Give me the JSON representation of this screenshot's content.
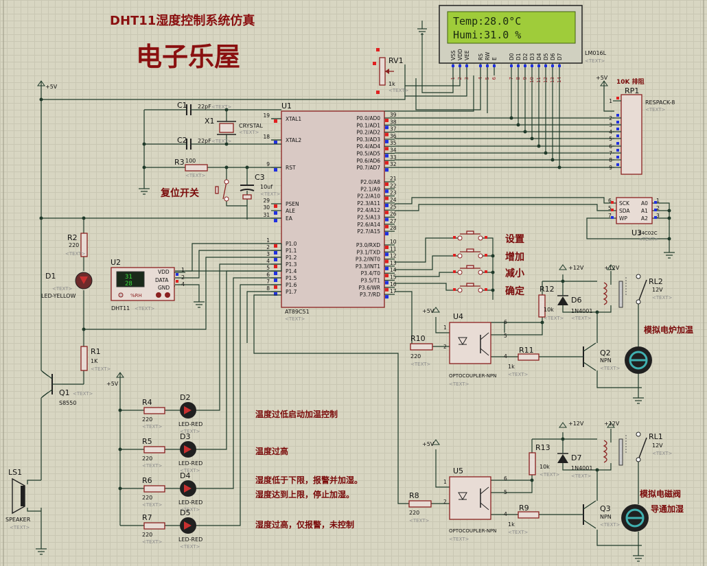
{
  "title": "DHT11湿度控制系统仿真",
  "brand": "电子乐屋",
  "lcd": {
    "line1": "Temp:28.0°C",
    "line2": "Humi:31.0 %",
    "part": "LM016L",
    "pin_names": [
      "VSS",
      "VDD",
      "VEE",
      "RS",
      "RW",
      "E",
      "D0",
      "D1",
      "D2",
      "D3",
      "D4",
      "D5",
      "D6",
      "D7"
    ],
    "pin_nums": [
      "1",
      "2",
      "3",
      "4",
      "5",
      "6",
      "7",
      "8",
      "9",
      "10",
      "11",
      "12",
      "13",
      "14"
    ]
  },
  "mcu": {
    "ref": "U1",
    "part": "AT89C51",
    "left_pins": [
      {
        "name": "XTAL1",
        "num": "19"
      },
      {
        "name": "XTAL2",
        "num": "18"
      },
      {
        "name": "RST",
        "num": "9"
      },
      {
        "name": "PSEN",
        "num": "29"
      },
      {
        "name": "ALE",
        "num": "30"
      },
      {
        "name": "EA",
        "num": "31"
      },
      {
        "name": "P1.0",
        "num": "1"
      },
      {
        "name": "P1.1",
        "num": "2"
      },
      {
        "name": "P1.2",
        "num": "3"
      },
      {
        "name": "P1.3",
        "num": "4"
      },
      {
        "name": "P1.4",
        "num": "5"
      },
      {
        "name": "P1.5",
        "num": "6"
      },
      {
        "name": "P1.6",
        "num": "7"
      },
      {
        "name": "P1.7",
        "num": "8"
      }
    ],
    "p0": [
      {
        "name": "P0.0/AD0",
        "num": "39"
      },
      {
        "name": "P0.1/AD1",
        "num": "38"
      },
      {
        "name": "P0.2/AD2",
        "num": "37"
      },
      {
        "name": "P0.3/AD3",
        "num": "36"
      },
      {
        "name": "P0.4/AD4",
        "num": "35"
      },
      {
        "name": "P0.5/AD5",
        "num": "34"
      },
      {
        "name": "P0.6/AD6",
        "num": "33"
      },
      {
        "name": "P0.7/AD7",
        "num": "32"
      }
    ],
    "p2": [
      {
        "name": "P2.0/A8",
        "num": "21"
      },
      {
        "name": "P2.1/A9",
        "num": "22"
      },
      {
        "name": "P2.2/A10",
        "num": "23"
      },
      {
        "name": "P2.3/A11",
        "num": "24"
      },
      {
        "name": "P2.4/A12",
        "num": "25"
      },
      {
        "name": "P2.5/A13",
        "num": "26"
      },
      {
        "name": "P2.6/A14",
        "num": "27"
      },
      {
        "name": "P2.7/A15",
        "num": "28"
      }
    ],
    "p3": [
      {
        "name": "P3.0/RXD",
        "num": "10"
      },
      {
        "name": "P3.1/TXD",
        "num": "11"
      },
      {
        "name": "P3.2/INT0",
        "num": "12"
      },
      {
        "name": "P3.3/INT1",
        "num": "13"
      },
      {
        "name": "P3.4/T0",
        "num": "14"
      },
      {
        "name": "P3.5/T1",
        "num": "15"
      },
      {
        "name": "P3.6/WR",
        "num": "16"
      },
      {
        "name": "P3.7/RD",
        "num": "17"
      }
    ]
  },
  "text_tag": "<TEXT>",
  "components": {
    "rv1": {
      "ref": "RV1",
      "value": "1k"
    },
    "rp1": {
      "ref": "RP1",
      "part": "RESPACK-8",
      "note": "10K 排阻",
      "pins": [
        "1",
        "2",
        "3",
        "4",
        "5",
        "6",
        "7",
        "8",
        "9"
      ]
    },
    "c1": {
      "ref": "C1",
      "value": "22pF"
    },
    "c2": {
      "ref": "C2",
      "value": "22pF"
    },
    "x1": {
      "ref": "X1",
      "part": "CRYSTAL"
    },
    "r3": {
      "ref": "R3",
      "value": "100"
    },
    "c3": {
      "ref": "C3",
      "value": "10uf"
    },
    "reset": "复位开关",
    "r2": {
      "ref": "R2",
      "value": "220"
    },
    "d1": {
      "ref": "D1",
      "part": "LED-YELLOW"
    },
    "u2": {
      "ref": "U2",
      "part": "DHT11",
      "d1": "31",
      "d2": "28",
      "unit": "%RH",
      "pins": [
        "VDD",
        "DATA",
        "GND"
      ],
      "nums": [
        "1",
        "2",
        "4"
      ]
    },
    "r1": {
      "ref": "R1",
      "value": "1K"
    },
    "q1": {
      "ref": "Q1",
      "part": "S8550"
    },
    "ls1": {
      "ref": "LS1",
      "part": "SPEAKER"
    },
    "u3": {
      "ref": "U3",
      "part": "24C02C",
      "left": [
        "SCK",
        "SDA",
        "WP"
      ],
      "right": [
        "A0",
        "A1",
        "A2"
      ],
      "lnums": [
        "6",
        "5",
        "7"
      ],
      "rnums": [
        "1",
        "2",
        "3"
      ]
    },
    "leds": [
      {
        "r": "R4",
        "rv": "220",
        "d": "D2",
        "part": "LED-RED"
      },
      {
        "r": "R5",
        "rv": "220",
        "d": "D3",
        "part": "LED-RED"
      },
      {
        "r": "R6",
        "rv": "220",
        "d": "D4",
        "part": "LED-RED"
      },
      {
        "r": "R7",
        "rv": "220",
        "d": "D5",
        "part": "LED-RED"
      }
    ],
    "u4": {
      "ref": "U4",
      "part": "OPTOCOUPLER-NPN"
    },
    "u5": {
      "ref": "U5",
      "part": "OPTOCOUPLER-NPN"
    },
    "r10": {
      "ref": "R10",
      "value": "220"
    },
    "r8": {
      "ref": "R8",
      "value": "220"
    },
    "r11": {
      "ref": "R11",
      "value": "1k"
    },
    "r9": {
      "ref": "R9",
      "value": "1k"
    },
    "r12": {
      "ref": "R12",
      "value": "10k"
    },
    "r13": {
      "ref": "R13",
      "value": "10k"
    },
    "d6": {
      "ref": "D6",
      "part": "1N4001"
    },
    "d7": {
      "ref": "D7",
      "part": "1N4001"
    },
    "q2": {
      "ref": "Q2",
      "part": "NPN"
    },
    "q3": {
      "ref": "Q3",
      "part": "NPN"
    },
    "rl2": {
      "ref": "RL2",
      "value": "12V"
    },
    "rl1": {
      "ref": "RL1",
      "value": "12V"
    }
  },
  "supply": {
    "v5": "+5V",
    "v12": "+12V"
  },
  "buttons": [
    "设置",
    "增加",
    "减小",
    "确定"
  ],
  "notes": {
    "heater": "模拟电炉加温",
    "valve1": "模拟电磁阀",
    "valve2": "导通加湿",
    "led1": "温度过低启动加温控制",
    "led2": "温度过高",
    "led3a": "湿度低于下限，报警并加湿。",
    "led3b": "湿度达到上限，停止加湿。",
    "led4": "湿度过高，仅报警，未控制"
  }
}
